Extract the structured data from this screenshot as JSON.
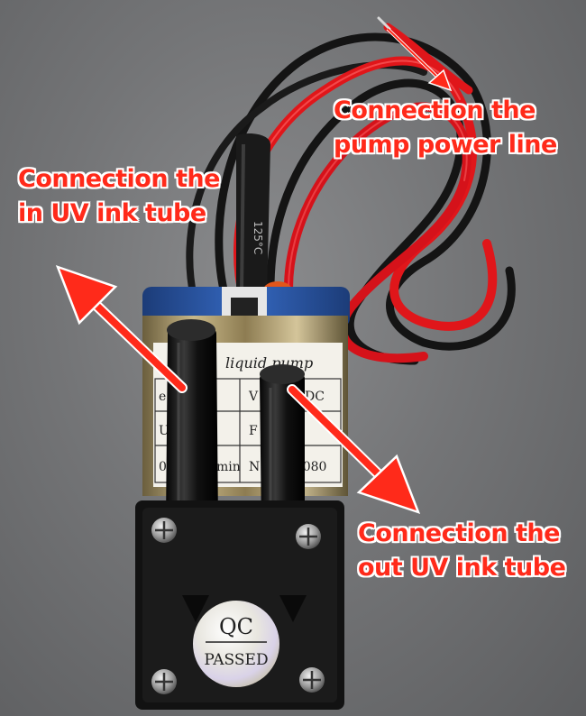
{
  "labels": {
    "power_line_1": "Connection the",
    "power_line_2": "pump power line",
    "in_tube_1": "Connection the",
    "in_tube_2": "in UV ink tube",
    "out_tube_1": "Connection the",
    "out_tube_2": "out UV ink tube"
  },
  "pump_label": {
    "title": "liquid pump",
    "cell_k": "e: K",
    "cell_v": "V",
    "cell_dc": "DC",
    "cell_uv": "UV I",
    "cell_f": "F",
    "cell_min": "min",
    "cell_n": "N",
    "cell_serial": "F080",
    "cell_range": "00~2"
  },
  "wire_print": {
    "temp": "125°C"
  },
  "sticker": {
    "line1": "QC",
    "line2": "PASSED"
  },
  "colors": {
    "annotation": "#ff2a1a",
    "annotation_outline": "#ffffff",
    "red_wire": "#e0161a",
    "black_wire": "#141414",
    "pump_blue": "#2a57a8"
  }
}
